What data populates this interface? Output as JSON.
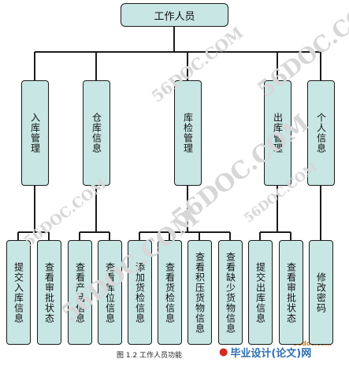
{
  "root": {
    "label": "工作人员"
  },
  "modules": [
    {
      "label": "入库管理",
      "children": [
        "提交入库信息",
        "查看审批状态"
      ]
    },
    {
      "label": "仓库信息",
      "children": [
        "查看产品信息",
        "查看库位信息"
      ]
    },
    {
      "label": "库检管理",
      "children": [
        "添加货检信息",
        "查看货检信息",
        "查看积压货物信息",
        "查看缺少货物信息"
      ]
    },
    {
      "label": "出库管理",
      "children": [
        "提交出库信息",
        "查看审批状态"
      ]
    },
    {
      "label": "个人信息",
      "children": [
        "修改密码"
      ]
    }
  ],
  "caption": "图 1.2  工作人员功能",
  "footer": {
    "brand": "毕业设计(论文)网",
    "url": "56doc.com"
  },
  "watermarks": [
    "56DOC.COM",
    "56DOC.COM",
    "56DOC.COM",
    "56DOC.COM",
    "56DOC.COM",
    "56DOC.COM"
  ],
  "colors": {
    "box_fill": "#c7e6e4",
    "line": "#1b1b1b",
    "watermark": "#d7d7d7"
  }
}
